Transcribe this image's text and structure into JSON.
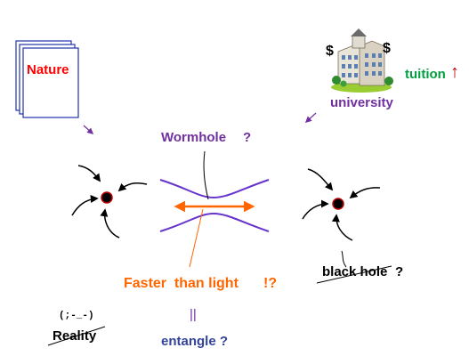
{
  "labels": {
    "nature": "Nature",
    "university": "university",
    "tuition": "tuition",
    "tuition_arrow": "↑",
    "dollar": "$",
    "wormhole": "Wormhole",
    "wormhole_q": "?",
    "faster_than_light": "Faster  than light",
    "ftl_mark": "!?",
    "black_hole": "black hole",
    "black_hole_q": "?",
    "face": "(;-_-)",
    "reality": "Reality",
    "equals_sign": "||",
    "entangle": "entangle ?"
  },
  "colors": {
    "nature_text": "#ff0000",
    "university_text": "#7030a0",
    "tuition_text": "#00a040",
    "tuition_arrow": "#c00000",
    "wormhole_text": "#7030a0",
    "wormhole_curves": "#6633cc",
    "ftl_text": "#ff6600",
    "ftl_arrow": "#ff6600",
    "connector_arrows": "#7030a0",
    "entangle_text": "#334499",
    "equals_sign": "#7030a0",
    "ink": "#000000"
  }
}
